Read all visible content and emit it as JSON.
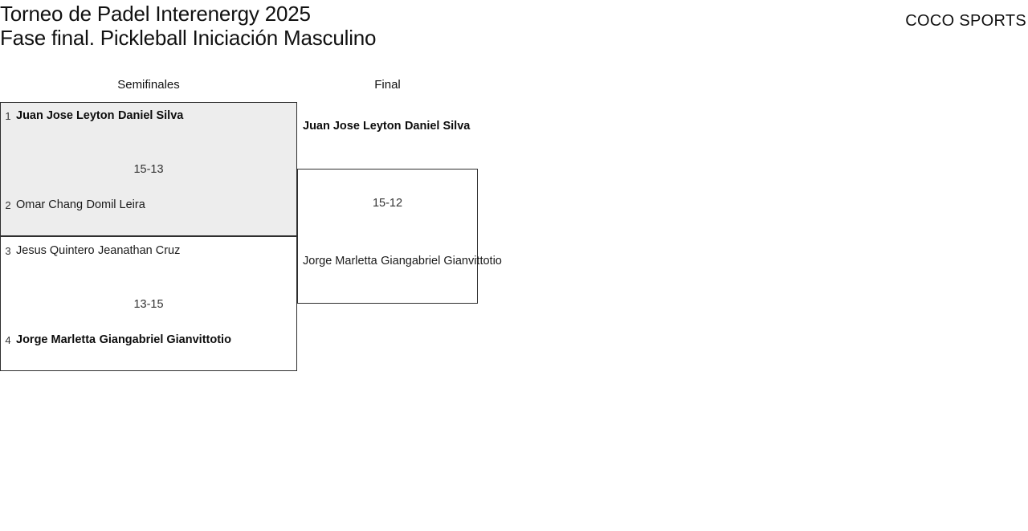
{
  "header": {
    "title_line_1": "Torneo de Padel Interenergy 2025",
    "title_line_2": "Fase final. Pickleball Iniciación Masculino",
    "brand": "COCO SPORTS"
  },
  "rounds": {
    "semifinals_label": "Semifinales",
    "final_label": "Final"
  },
  "bracket": {
    "semifinal_1": {
      "score": "15-13",
      "top": {
        "seed": "1",
        "player_1": "Juan Jose Leyton",
        "player_2": "Daniel Silva",
        "winner": true
      },
      "bottom": {
        "seed": "2",
        "player_1": "Omar Chang",
        "player_2": "Domil Leira",
        "winner": false
      }
    },
    "semifinal_2": {
      "score": "13-15",
      "top": {
        "seed": "3",
        "player_1": "Jesus Quintero",
        "player_2": "Jeanathan Cruz",
        "winner": false
      },
      "bottom": {
        "seed": "4",
        "player_1": "Jorge Marletta",
        "player_2": "Giangabriel Gianvittotio",
        "winner": true
      }
    },
    "final": {
      "score": "15-12",
      "top": {
        "player_1": "Juan Jose Leyton",
        "player_2": "Daniel Silva",
        "winner": true
      },
      "bottom": {
        "player_1": "Jorge Marletta",
        "player_2": "Giangabriel Gianvittotio",
        "winner": false
      }
    }
  },
  "colors": {
    "highlight_fill": "#ededed",
    "border": "#2e2e2e",
    "text": "#1a1a1a"
  }
}
